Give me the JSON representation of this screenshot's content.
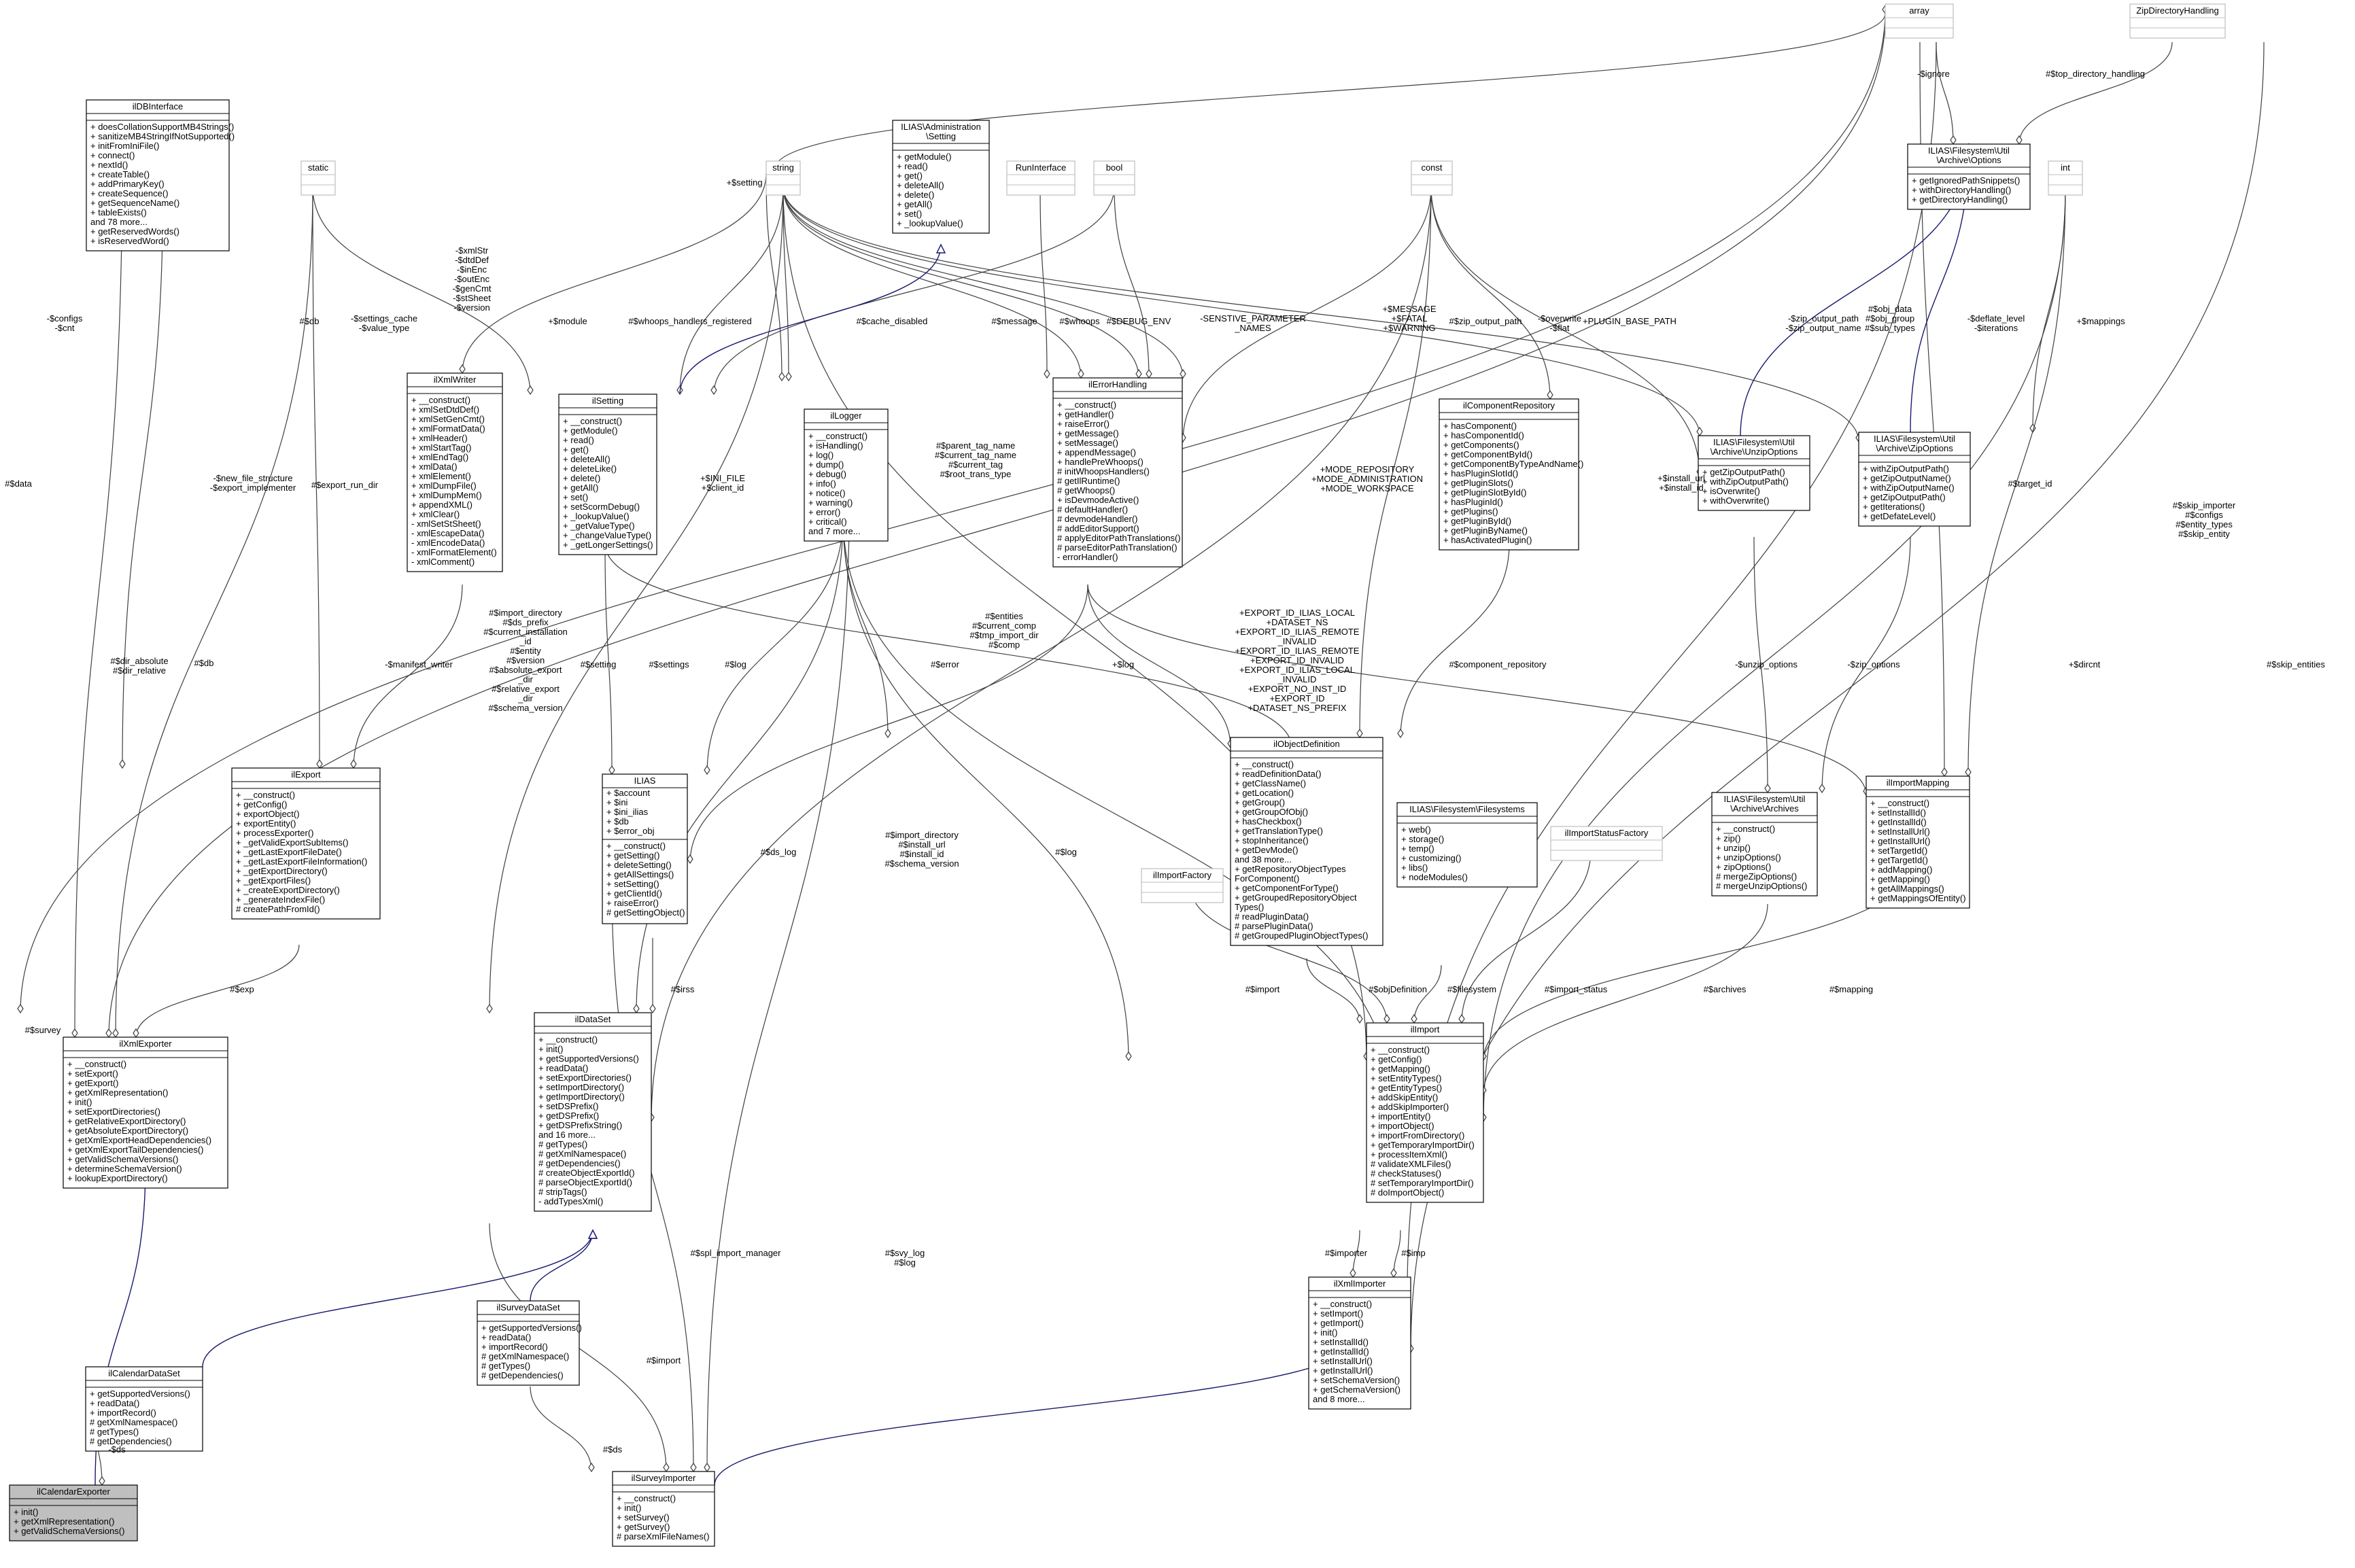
{
  "colors": {
    "background": "#ffffff",
    "main_box": "#bfbfbf",
    "edge": "#404040",
    "inheritance": "#191970",
    "grey_border": "#bfbfbf"
  },
  "boxes": [
    {
      "id": "array",
      "title": [
        "array"
      ],
      "members": [],
      "empty": true,
      "grey": true
    },
    {
      "id": "ZipDirectoryHandling",
      "title": [
        "ZipDirectoryHandling"
      ],
      "members": [],
      "empty": true,
      "grey": true
    },
    {
      "id": "ilDBInterface",
      "title": [
        "ilDBInterface"
      ],
      "members": [
        "+ doesCollationSupportMB4Strings()",
        "+ sanitizeMB4StringIfNotSupported()",
        "+ initFromIniFile()",
        "+ connect()",
        "+ nextId()",
        "+ createTable()",
        "+ addPrimaryKey()",
        "+ createSequence()",
        "+ getSequenceName()",
        "+ tableExists()",
        "and 78 more...",
        "+ getReservedWords()",
        "+ isReservedWord()"
      ]
    },
    {
      "id": "static",
      "title": [
        "static"
      ],
      "members": [],
      "empty": true,
      "grey": true
    },
    {
      "id": "string",
      "title": [
        "string"
      ],
      "members": [],
      "empty": true,
      "grey": true
    },
    {
      "id": "AdminSetting",
      "title": [
        "ILIAS\\Administration",
        "\\Setting"
      ],
      "members": [
        "+ getModule()",
        "+ read()",
        "+ get()",
        "+ deleteAll()",
        "+ delete()",
        "+ getAll()",
        "+ set()",
        "+ _lookupValue()"
      ]
    },
    {
      "id": "RunInterface",
      "title": [
        "RunInterface"
      ],
      "members": [],
      "empty": true,
      "grey": true
    },
    {
      "id": "bool",
      "title": [
        "bool"
      ],
      "members": [],
      "empty": true,
      "grey": true
    },
    {
      "id": "const",
      "title": [
        "const"
      ],
      "members": [],
      "empty": true,
      "grey": true
    },
    {
      "id": "ArchiveOptions",
      "title": [
        "ILIAS\\Filesystem\\Util",
        "\\Archive\\Options"
      ],
      "members": [
        "+ getIgnoredPathSnippets()",
        "+ withDirectoryHandling()",
        "+ getDirectoryHandling()"
      ]
    },
    {
      "id": "int",
      "title": [
        "int"
      ],
      "members": [],
      "empty": true,
      "grey": true
    },
    {
      "id": "ilXmlWriter",
      "title": [
        "ilXmlWriter"
      ],
      "members": [
        "+ __construct()",
        "+ xmlSetDtdDef()",
        "+ xmlSetGenCmt()",
        "+ xmlFormatData()",
        "+ xmlHeader()",
        "+ xmlStartTag()",
        "+ xmlEndTag()",
        "+ xmlData()",
        "+ xmlElement()",
        "+ xmlDumpFile()",
        "+ xmlDumpMem()",
        "+ appendXML()",
        "+ xmlClear()",
        "- xmlSetStSheet()",
        "- xmlEscapeData()",
        "- xmlEncodeData()",
        "- xmlFormatElement()",
        "- xmlComment()"
      ]
    },
    {
      "id": "ilSetting",
      "title": [
        "ilSetting"
      ],
      "members": [
        "+ __construct()",
        "+ getModule()",
        "+ read()",
        "+ get()",
        "+ deleteAll()",
        "+ deleteLike()",
        "+ delete()",
        "+ getAll()",
        "+ set()",
        "+ setScormDebug()",
        "+ _lookupValue()",
        "+ _getValueType()",
        "+ _changeValueType()",
        "+ _getLongerSettings()"
      ]
    },
    {
      "id": "ilLogger",
      "title": [
        "ilLogger"
      ],
      "members": [
        "+ __construct()",
        "+ isHandling()",
        "+ log()",
        "+ dump()",
        "+ debug()",
        "+ info()",
        "+ notice()",
        "+ warning()",
        "+ error()",
        "+ critical()",
        "and 7 more..."
      ]
    },
    {
      "id": "ilErrorHandling",
      "title": [
        "ilErrorHandling"
      ],
      "members": [
        "+ __construct()",
        "+ getHandler()",
        "+ raiseError()",
        "+ getMessage()",
        "+ setMessage()",
        "+ appendMessage()",
        "+ handlePreWhoops()",
        "# initWhoopsHandlers()",
        "# getIlRuntime()",
        "# getWhoops()",
        "+ isDevmodeActive()",
        "# defaultHandler()",
        "# devmodeHandler()",
        "# addEditorSupport()",
        "# applyEditorPathTranslations()",
        "# parseEditorPathTranslation()",
        "- errorHandler()"
      ]
    },
    {
      "id": "ilComponentRepository",
      "title": [
        "ilComponentRepository"
      ],
      "members": [
        "+ hasComponent()",
        "+ hasComponentId()",
        "+ getComponents()",
        "+ getComponentById()",
        "+ getComponentByTypeAndName()",
        "+ hasPluginSlotId()",
        "+ getPluginSlots()",
        "+ getPluginSlotById()",
        "+ hasPluginId()",
        "+ getPlugins()",
        "+ getPluginById()",
        "+ getPluginByName()",
        "+ hasActivatedPlugin()"
      ]
    },
    {
      "id": "UnzipOptions",
      "title": [
        "ILIAS\\Filesystem\\Util",
        "\\Archive\\UnzipOptions"
      ],
      "members": [
        "+ getZipOutputPath()",
        "+ withZipOutputPath()",
        "+ isOverwrite()",
        "+ withOverwrite()"
      ]
    },
    {
      "id": "ZipOptions",
      "title": [
        "ILIAS\\Filesystem\\Util",
        "\\Archive\\ZipOptions"
      ],
      "members": [
        "+ withZipOutputPath()",
        "+ getZipOutputName()",
        "+ withZipOutputName()",
        "+ getZipOutputPath()",
        "+ getIterations()",
        "+ getDefateLevel()"
      ]
    },
    {
      "id": "ilExport",
      "title": [
        "ilExport"
      ],
      "members": [
        "+ __construct()",
        "+ getConfig()",
        "+ exportObject()",
        "+ exportEntity()",
        "+ processExporter()",
        "+ _getValidExportSubItems()",
        "+ _getLastExportFileDate()",
        "+ _getLastExportFileInformation()",
        "+ _getExportDirectory()",
        "+ _getExportFiles()",
        "+ _createExportDirectory()",
        "+ _generateIndexFile()",
        "# createPathFromId()"
      ]
    },
    {
      "id": "ILIAS",
      "title": [
        "ILIAS"
      ],
      "members": [
        "+ $account",
        "+ $ini",
        "+ $ini_ilias",
        "+ $db",
        "+ $error_obj"
      ],
      "methods": [
        "+ __construct()",
        "+ getSetting()",
        "+ deleteSetting()",
        "+ getAllSettings()",
        "+ setSetting()",
        "+ getClientId()",
        "+ raiseError()",
        "# getSettingObject()"
      ]
    },
    {
      "id": "ilObjectDefinition",
      "title": [
        "ilObjectDefinition"
      ],
      "members": [
        "+ __construct()",
        "+ readDefinitionData()",
        "+ getClassName()",
        "+ getLocation()",
        "+ getGroup()",
        "+ getGroupOfObj()",
        "+ hasCheckbox()",
        "+ getTranslationType()",
        "+ stopInheritance()",
        "+ getDevMode()",
        "and 38 more...",
        "+ getRepositoryObjectTypes",
        "ForComponent()",
        "+ getComponentForType()",
        "+ getGroupedRepositoryObject",
        "Types()",
        "# readPluginData()",
        "# parsePluginData()",
        "# getGroupedPluginObjectTypes()"
      ]
    },
    {
      "id": "ilImportMapping",
      "title": [
        "ilImportMapping"
      ],
      "members": [
        "+ __construct()",
        "+ setInstallId()",
        "+ getInstallId()",
        "+ setInstallUrl()",
        "+ getInstallUrl()",
        "+ setTargetId()",
        "+ getTargetId()",
        "+ addMapping()",
        "+ getMapping()",
        "+ getAllMappings()",
        "+ getMappingsOfEntity()"
      ]
    },
    {
      "id": "ilImportFactory",
      "title": [
        "ilImportFactory"
      ],
      "members": [],
      "empty": true,
      "grey": true
    },
    {
      "id": "Filesystems",
      "title": [
        "ILIAS\\Filesystem\\Filesystems"
      ],
      "members": [
        "+ web()",
        "+ storage()",
        "+ temp()",
        "+ customizing()",
        "+ libs()",
        "+ nodeModules()"
      ]
    },
    {
      "id": "ilImportStatusFactory",
      "title": [
        "ilImportStatusFactory"
      ],
      "members": [],
      "empty": true,
      "grey": true
    },
    {
      "id": "Archives",
      "title": [
        "ILIAS\\Filesystem\\Util",
        "\\Archive\\Archives"
      ],
      "members": [
        "+ __construct()",
        "+ zip()",
        "+ unzip()",
        "+ unzipOptions()",
        "+ zipOptions()",
        "# mergeZipOptions()",
        "# mergeUnzipOptions()"
      ]
    },
    {
      "id": "ilXmlExporter",
      "title": [
        "ilXmlExporter"
      ],
      "members": [
        "+ __construct()",
        "+ setExport()",
        "+ getExport()",
        "+ getXmlRepresentation()",
        "+ init()",
        "+ setExportDirectories()",
        "+ getRelativeExportDirectory()",
        "+ getAbsoluteExportDirectory()",
        "+ getXmlExportHeadDependencies()",
        "+ getXmlExportTailDependencies()",
        "+ getValidSchemaVersions()",
        "+ determineSchemaVersion()",
        "+ lookupExportDirectory()"
      ]
    },
    {
      "id": "ilDataSet",
      "title": [
        "ilDataSet"
      ],
      "members": [
        "+ __construct()",
        "+ init()",
        "+ getSupportedVersions()",
        "+ readData()",
        "+ setExportDirectories()",
        "+ setImportDirectory()",
        "+ getImportDirectory()",
        "+ setDSPrefix()",
        "+ getDSPrefix()",
        "+ getDSPrefixString()",
        "and 16 more...",
        "# getTypes()",
        "# getXmlNamespace()",
        "# getDependencies()",
        "# createObjectExportId()",
        "# parseObjectExportId()",
        "# stripTags()",
        "- addTypesXml()"
      ]
    },
    {
      "id": "ilImport",
      "title": [
        "ilImport"
      ],
      "members": [
        "+ __construct()",
        "+ getConfig()",
        "+ getMapping()",
        "+ setEntityTypes()",
        "+ getEntityTypes()",
        "+ addSkipEntity()",
        "+ addSkipImporter()",
        "+ importEntity()",
        "+ importObject()",
        "+ importFromDirectory()",
        "+ getTemporaryImportDir()",
        "+ processItemXml()",
        "# validateXMLFiles()",
        "# checkStatuses()",
        "# setTemporaryImportDir()",
        "# doImportObject()"
      ]
    },
    {
      "id": "ilCalendarDataSet",
      "title": [
        "ilCalendarDataSet"
      ],
      "members": [
        "+ getSupportedVersions()",
        "+ readData()",
        "+ importRecord()",
        "# getXmlNamespace()",
        "# getTypes()",
        "# getDependencies()"
      ]
    },
    {
      "id": "ilSurveyDataSet",
      "title": [
        "ilSurveyDataSet"
      ],
      "members": [
        "+ getSupportedVersions()",
        "+ readData()",
        "+ importRecord()",
        "# getXmlNamespace()",
        "# getTypes()",
        "# getDependencies()"
      ]
    },
    {
      "id": "ilXmlImporter",
      "title": [
        "ilXmlImporter"
      ],
      "members": [
        "+ __construct()",
        "+ setImport()",
        "+ getImport()",
        "+ init()",
        "+ setInstallId()",
        "+ getInstallId()",
        "+ setInstallUrl()",
        "+ getInstallUrl()",
        "+ setSchemaVersion()",
        "+ getSchemaVersion()",
        "and 8 more..."
      ]
    },
    {
      "id": "ilCalendarExporter",
      "title": [
        "ilCalendarExporter"
      ],
      "members": [
        "+ init()",
        "+ getXmlRepresentation()",
        "+ getValidSchemaVersions()"
      ],
      "main": true
    },
    {
      "id": "ilSurveyImporter",
      "title": [
        "ilSurveyImporter"
      ],
      "members": [
        "+ __construct()",
        "+ init()",
        "+ setSurvey()",
        "+ getSurvey()",
        "# parseXmlFileNames()"
      ]
    }
  ],
  "edge_labels": [
    {
      "id": "ignore",
      "lines": [
        "-$ignore"
      ]
    },
    {
      "id": "stop_dir",
      "lines": [
        "#$top_directory_handling"
      ]
    },
    {
      "id": "setting",
      "lines": [
        "+$setting"
      ]
    },
    {
      "id": "configs",
      "lines": [
        "-$configs",
        "-$cnt"
      ]
    },
    {
      "id": "xmlstr",
      "lines": [
        "-$xmlStr",
        "-$dtdDef",
        "-$inEnc",
        "-$outEnc",
        "-$genCmt",
        "-$stSheet",
        "-$version"
      ]
    },
    {
      "id": "db1",
      "lines": [
        "#$db"
      ]
    },
    {
      "id": "settings_cache",
      "lines": [
        "-$settings_cache",
        "-$value_type"
      ]
    },
    {
      "id": "module",
      "lines": [
        "+$module"
      ]
    },
    {
      "id": "whoops_reg",
      "lines": [
        "#$whoops_handlers_registered"
      ]
    },
    {
      "id": "cache_disabled",
      "lines": [
        "#$cache_disabled"
      ]
    },
    {
      "id": "message",
      "lines": [
        "#$message"
      ]
    },
    {
      "id": "whoops",
      "lines": [
        "#$whoops"
      ]
    },
    {
      "id": "debug_env",
      "lines": [
        "#$DEBUG_ENV"
      ]
    },
    {
      "id": "sensitive",
      "lines": [
        "-SENSTIVE_PARAMETER",
        "_NAMES"
      ]
    },
    {
      "id": "msg_fatal",
      "lines": [
        "+$MESSAGE",
        "+$FATAL",
        "+$WARNING"
      ]
    },
    {
      "id": "zip_output",
      "lines": [
        "#$zip_output_path"
      ]
    },
    {
      "id": "overwrite",
      "lines": [
        "-$overwrite",
        "-$flat"
      ]
    },
    {
      "id": "plugin_base",
      "lines": [
        "+PLUGIN_BASE_PATH"
      ]
    },
    {
      "id": "zip_output_name",
      "lines": [
        "-$zip_output_path",
        "-$zip_output_name"
      ]
    },
    {
      "id": "obj_data",
      "lines": [
        "#$obj_data",
        "#$obj_group",
        "#$sub_types"
      ]
    },
    {
      "id": "deflate",
      "lines": [
        "-$deflate_level",
        "-$iterations"
      ]
    },
    {
      "id": "mappings",
      "lines": [
        "+$mappings"
      ]
    },
    {
      "id": "data",
      "lines": [
        "#$data"
      ]
    },
    {
      "id": "new_file",
      "lines": [
        "-$new_file_structure",
        "-$export_implementer"
      ]
    },
    {
      "id": "export_run",
      "lines": [
        "#$export_run_dir"
      ]
    },
    {
      "id": "ini_file",
      "lines": [
        "+$INI_FILE",
        "+$client_id"
      ]
    },
    {
      "id": "parent_tag",
      "lines": [
        "#$parent_tag_name",
        "#$current_tag_name",
        "#$current_tag",
        "#$root_trans_type"
      ]
    },
    {
      "id": "mode_repo",
      "lines": [
        "+MODE_REPOSITORY",
        "+MODE_ADMINISTRATION",
        "+MODE_WORKSPACE"
      ]
    },
    {
      "id": "install_url",
      "lines": [
        "+$install_url",
        "+$install_id"
      ]
    },
    {
      "id": "target_id",
      "lines": [
        "#$target_id"
      ]
    },
    {
      "id": "skip_importer",
      "lines": [
        "#$skip_importer",
        "#$configs",
        "#$entity_types",
        "#$skip_entity"
      ]
    },
    {
      "id": "manifest",
      "lines": [
        "-$manifest_writer"
      ]
    },
    {
      "id": "import_dir1",
      "lines": [
        "#$import_directory",
        "#$ds_prefix",
        "#$current_installation",
        "_id",
        "#$entity",
        "#$version",
        "#$absolute_export",
        "_dir",
        "#$relative_export",
        "_dir",
        "#$schema_version"
      ]
    },
    {
      "id": "export_ids",
      "lines": [
        "+EXPORT_ID_ILIAS_LOCAL",
        "+DATASET_NS",
        "+EXPORT_ID_ILIAS_REMOTE",
        "_INVALID",
        "+EXPORT_ID_ILIAS_REMOTE",
        "+EXPORT_ID_INVALID",
        "+EXPORT_ID_ILIAS_LOCAL",
        "_INVALID",
        "+EXPORT_NO_INST_ID",
        "+EXPORT_ID",
        "+DATASET_NS_PREFIX"
      ]
    },
    {
      "id": "entities",
      "lines": [
        "#$entities",
        "#$current_comp",
        "#$tmp_import_dir",
        "#$comp"
      ]
    },
    {
      "id": "dir_abs",
      "lines": [
        "#$dir_absolute",
        "#$dir_relative"
      ]
    },
    {
      "id": "db2",
      "lines": [
        "#$db"
      ]
    },
    {
      "id": "setting2",
      "lines": [
        "#$setting"
      ]
    },
    {
      "id": "settings2",
      "lines": [
        "#$settings"
      ]
    },
    {
      "id": "log1",
      "lines": [
        "#$log"
      ]
    },
    {
      "id": "error",
      "lines": [
        "#$error"
      ]
    },
    {
      "id": "log2",
      "lines": [
        "+$log"
      ]
    },
    {
      "id": "comp_repo",
      "lines": [
        "#$component_repository"
      ]
    },
    {
      "id": "unzip_opts",
      "lines": [
        "-$unzip_options"
      ]
    },
    {
      "id": "zip_opts",
      "lines": [
        "-$zip_options"
      ]
    },
    {
      "id": "dircnt",
      "lines": [
        "+$dircnt"
      ]
    },
    {
      "id": "skip_entities",
      "lines": [
        "#$skip_entities"
      ]
    },
    {
      "id": "ds_log",
      "lines": [
        "#$ds_log"
      ]
    },
    {
      "id": "import_dir2",
      "lines": [
        "#$import_directory",
        "#$install_url",
        "#$install_id",
        "#$schema_version"
      ]
    },
    {
      "id": "log3",
      "lines": [
        "#$log"
      ]
    },
    {
      "id": "exp",
      "lines": [
        "#$exp"
      ]
    },
    {
      "id": "irss",
      "lines": [
        "#$irss"
      ]
    },
    {
      "id": "import1",
      "lines": [
        "#$import"
      ]
    },
    {
      "id": "objdef",
      "lines": [
        "#$objDefinition"
      ]
    },
    {
      "id": "filesystem",
      "lines": [
        "#$filesystem"
      ]
    },
    {
      "id": "import_status",
      "lines": [
        "#$import_status"
      ]
    },
    {
      "id": "archives",
      "lines": [
        "#$archives"
      ]
    },
    {
      "id": "mapping",
      "lines": [
        "#$mapping"
      ]
    },
    {
      "id": "survey",
      "lines": [
        "#$survey"
      ]
    },
    {
      "id": "svy_log",
      "lines": [
        "#$svy_log",
        "#$log"
      ]
    },
    {
      "id": "spl_import",
      "lines": [
        "#$spl_import_manager"
      ]
    },
    {
      "id": "importer",
      "lines": [
        "#$importer"
      ]
    },
    {
      "id": "imp",
      "lines": [
        "#$imp"
      ]
    },
    {
      "id": "import2",
      "lines": [
        "#$import"
      ]
    },
    {
      "id": "ds1",
      "lines": [
        "-$ds"
      ]
    },
    {
      "id": "ds2",
      "lines": [
        "#$ds"
      ]
    }
  ]
}
